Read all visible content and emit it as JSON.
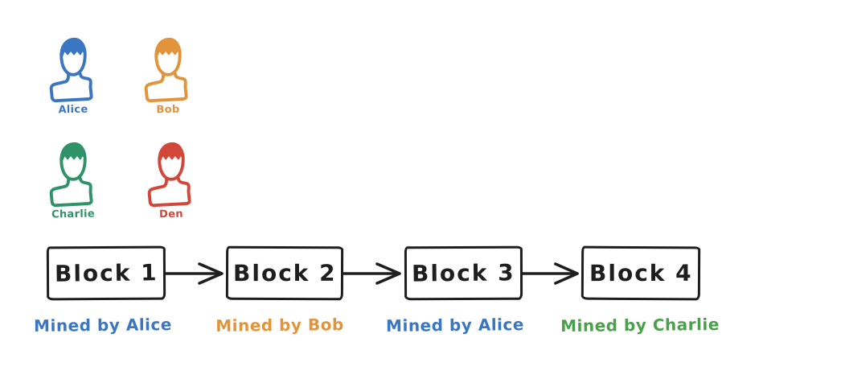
{
  "canvas": {
    "background": "#ffffff",
    "ink": "#1e1e1e"
  },
  "people": [
    {
      "name": "Alice",
      "color": "#3b76c2"
    },
    {
      "name": "Bob",
      "color": "#e2943c"
    },
    {
      "name": "Charlie",
      "color": "#2f9268"
    },
    {
      "name": "Den",
      "color": "#d1473a"
    }
  ],
  "chain": {
    "blocks": [
      {
        "label": "Block 1",
        "mined_by": "Mined by Alice",
        "mined_by_color": "#3b76c2"
      },
      {
        "label": "Block 2",
        "mined_by": "Mined by Bob",
        "mined_by_color": "#e2943c"
      },
      {
        "label": "Block 3",
        "mined_by": "Mined by Alice",
        "mined_by_color": "#3b76c2"
      },
      {
        "label": "Block 4",
        "mined_by": "Mined by Charlie",
        "mined_by_color": "#4ba04b"
      }
    ]
  },
  "icons": {
    "person": "person-bust-icon",
    "arrow": "right-arrow-icon"
  }
}
